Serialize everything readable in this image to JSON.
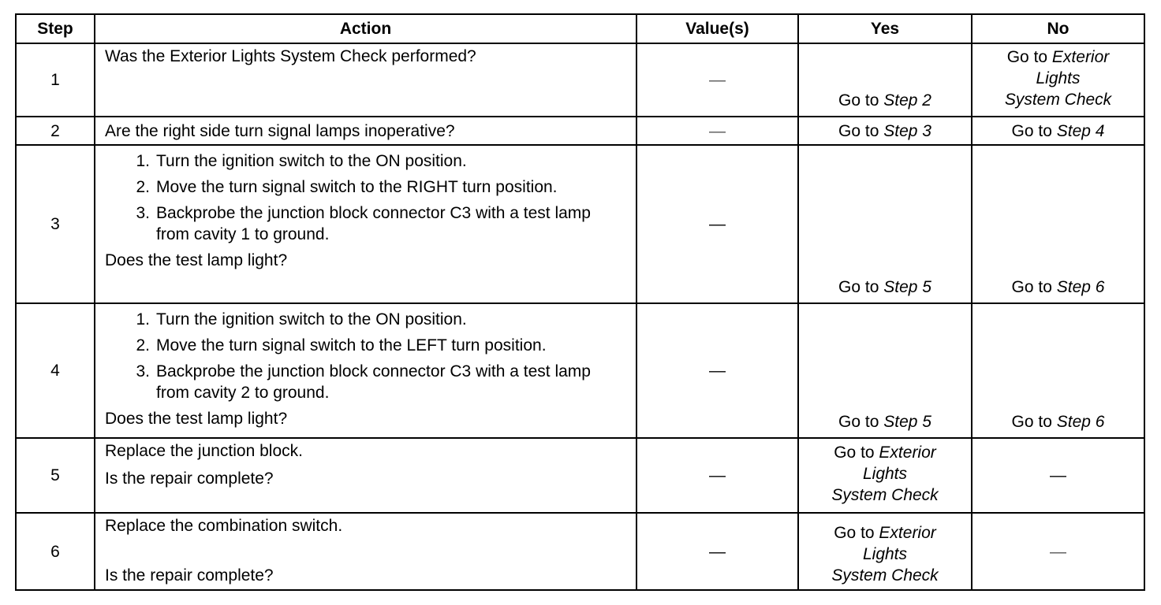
{
  "headers": {
    "step": "Step",
    "action": "Action",
    "values": "Value(s)",
    "yes": "Yes",
    "no": "No"
  },
  "rows": [
    {
      "step": "1",
      "action_lines": [
        "Was the Exterior Lights System Check performed?"
      ],
      "value": "—",
      "yes": {
        "prefix": "Go to ",
        "target": "Step 2"
      },
      "no": {
        "prefix": "Go to ",
        "target_lines": [
          "Exterior",
          "Lights",
          "System Check"
        ]
      }
    },
    {
      "step": "2",
      "action_lines": [
        "Are the right side turn signal lamps inoperative?"
      ],
      "value": "—",
      "yes": {
        "prefix": "Go to ",
        "target": "Step 3"
      },
      "no": {
        "prefix": "Go to ",
        "target": "Step 4"
      }
    },
    {
      "step": "3",
      "substeps": [
        {
          "num": "1.",
          "text": "Turn the ignition switch to the ON position."
        },
        {
          "num": "2.",
          "text": "Move the turn signal switch to the RIGHT turn position."
        },
        {
          "num": "3.",
          "text": "Backprobe the junction block connector C3 with a test lamp from cavity 1 to ground."
        }
      ],
      "question": "Does the test lamp light?",
      "value": "—",
      "yes": {
        "prefix": "Go to ",
        "target": "Step 5"
      },
      "no": {
        "prefix": "Go to ",
        "target": "Step 6"
      }
    },
    {
      "step": "4",
      "substeps": [
        {
          "num": "1.",
          "text": "Turn the ignition switch to the ON position."
        },
        {
          "num": "2.",
          "text": "Move the turn signal switch to the LEFT turn position."
        },
        {
          "num": "3.",
          "text": "Backprobe the junction block connector C3 with a test lamp from cavity 2 to ground."
        }
      ],
      "question": "Does the test lamp light?",
      "value": "—",
      "yes": {
        "prefix": "Go to ",
        "target": "Step 5"
      },
      "no": {
        "prefix": "Go to ",
        "target": "Step 6"
      }
    },
    {
      "step": "5",
      "action_lines": [
        "Replace the junction block.",
        "Is the repair complete?"
      ],
      "value": "—",
      "yes": {
        "prefix": "Go to ",
        "target_lines": [
          "Exterior",
          "Lights",
          "System Check"
        ]
      },
      "no": "—"
    },
    {
      "step": "6",
      "action_lines": [
        "Replace the combination switch.",
        "Is the repair complete?"
      ],
      "value": "—",
      "yes": {
        "prefix": "Go to ",
        "target_lines": [
          "Exterior",
          "Lights",
          "System Check"
        ]
      },
      "no": "—"
    }
  ]
}
